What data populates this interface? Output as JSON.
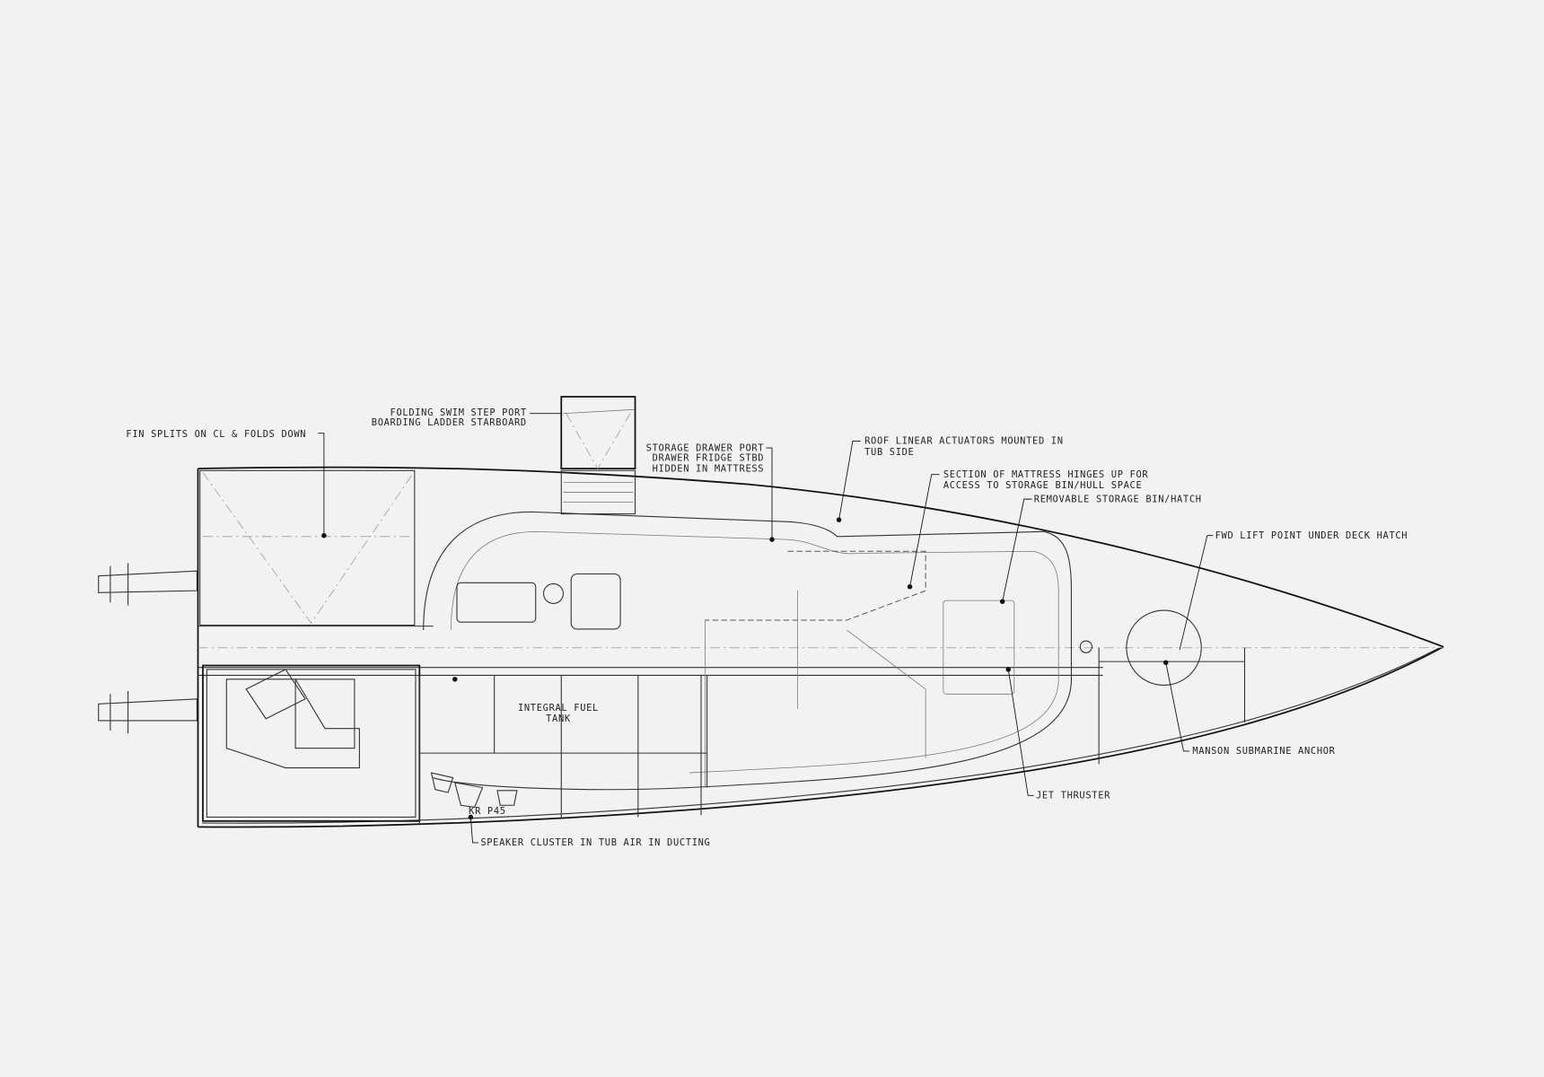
{
  "labels": {
    "fin": "FIN SPLITS ON CL & FOLDS DOWN",
    "swim_step_1": "FOLDING SWIM STEP PORT",
    "swim_step_2": "BOARDING LADDER STARBOARD",
    "storage_1": "STORAGE DRAWER PORT",
    "storage_2": "DRAWER FRIDGE STBD",
    "storage_3": "HIDDEN IN MATTRESS",
    "roof_1": "ROOF LINEAR ACTUATORS MOUNTED IN",
    "roof_2": "TUB SIDE",
    "mattress_1": "SECTION OF MATTRESS HINGES UP FOR",
    "mattress_2": "ACCESS TO STORAGE BIN/HULL SPACE",
    "bin": "REMOVABLE STORAGE BIN/HATCH",
    "lift": "FWD LIFT POINT UNDER DECK HATCH",
    "fuel_1": "INTEGRAL FUEL",
    "fuel_2": "TANK",
    "anchor": "MANSON SUBMARINE ANCHOR",
    "jet": "JET THRUSTER",
    "speaker_tag": "KR P45",
    "speaker": "SPEAKER CLUSTER IN TUB AIR IN DUCTING"
  },
  "colors": {
    "background": "#f2f2f2",
    "line": "#111111"
  }
}
